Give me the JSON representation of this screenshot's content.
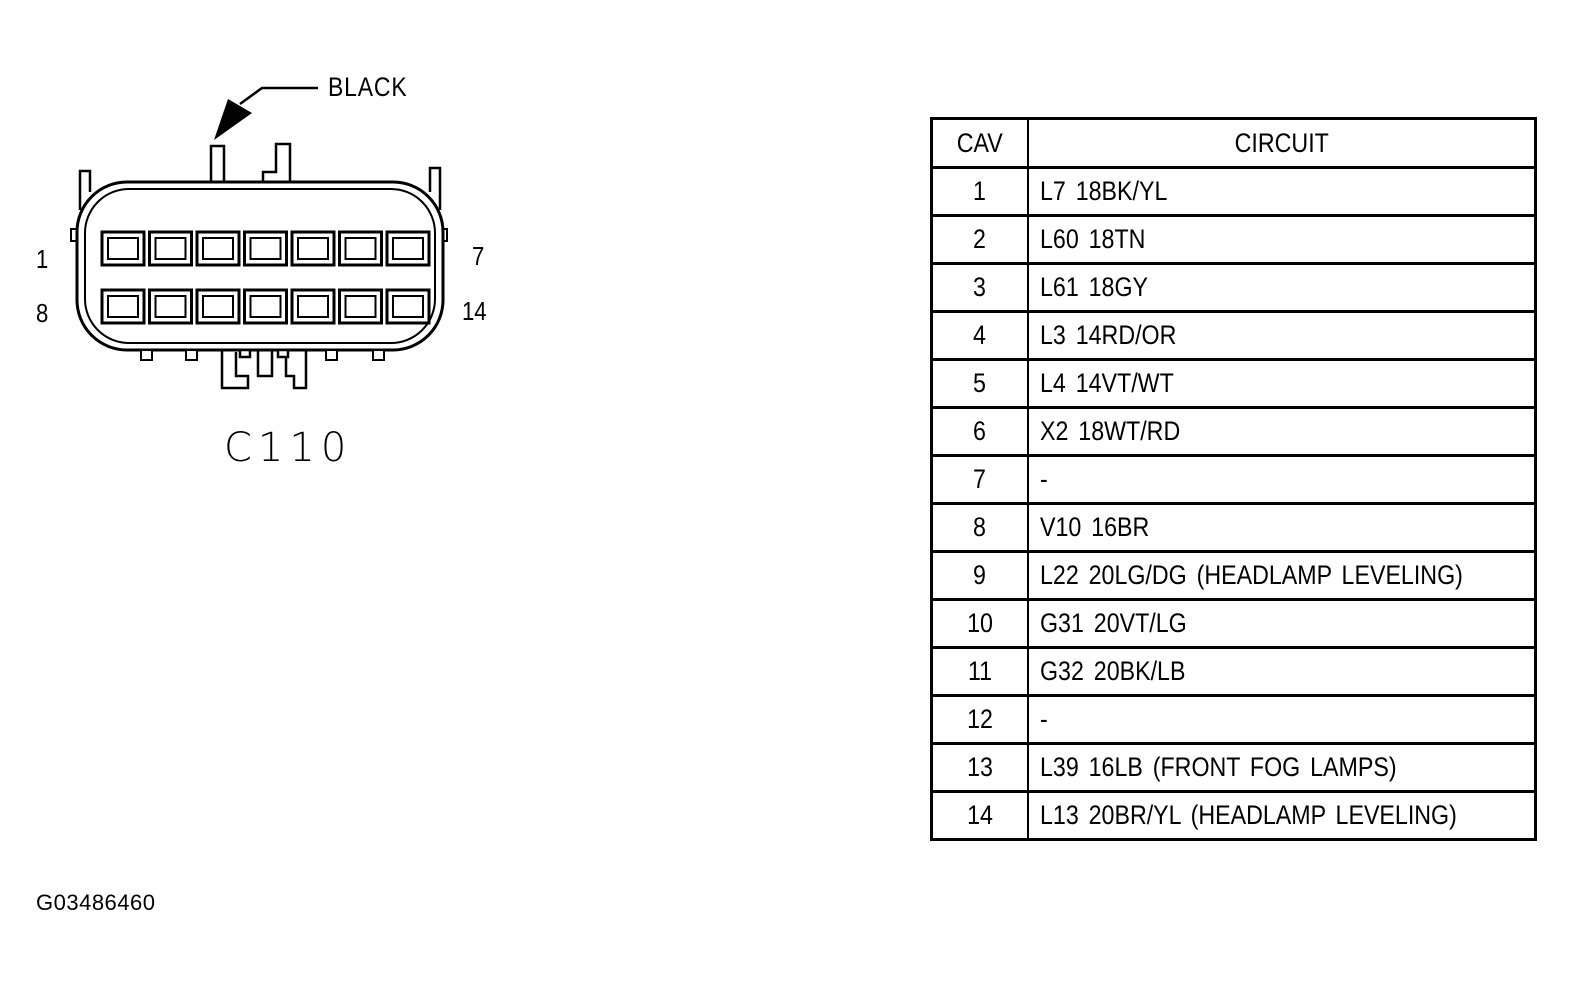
{
  "connector": {
    "name": "C110",
    "color_callout": "BLACK",
    "pin_labels": {
      "row1_start": "1",
      "row1_end": "7",
      "row2_start": "8",
      "row2_end": "14"
    },
    "cavity_count": 14
  },
  "table": {
    "headers": {
      "cav": "CAV",
      "circuit": "CIRCUIT"
    },
    "rows": [
      {
        "cav": "1",
        "circuit": "L7  18BK/YL"
      },
      {
        "cav": "2",
        "circuit": "L60  18TN"
      },
      {
        "cav": "3",
        "circuit": "L61  18GY"
      },
      {
        "cav": "4",
        "circuit": "L3  14RD/OR"
      },
      {
        "cav": "5",
        "circuit": "L4  14VT/WT"
      },
      {
        "cav": "6",
        "circuit": "X2  18WT/RD"
      },
      {
        "cav": "7",
        "circuit": "-"
      },
      {
        "cav": "8",
        "circuit": "V10  16BR"
      },
      {
        "cav": "9",
        "circuit": "L22  20LG/DG  (HEADLAMP  LEVELING)"
      },
      {
        "cav": "10",
        "circuit": "G31  20VT/LG"
      },
      {
        "cav": "11",
        "circuit": "G32  20BK/LB"
      },
      {
        "cav": "12",
        "circuit": "-"
      },
      {
        "cav": "13",
        "circuit": "L39  16LB  (FRONT  FOG  LAMPS)"
      },
      {
        "cav": "14",
        "circuit": "L13  20BR/YL  (HEADLAMP  LEVELING)"
      }
    ]
  },
  "figure_id": "G03486460"
}
